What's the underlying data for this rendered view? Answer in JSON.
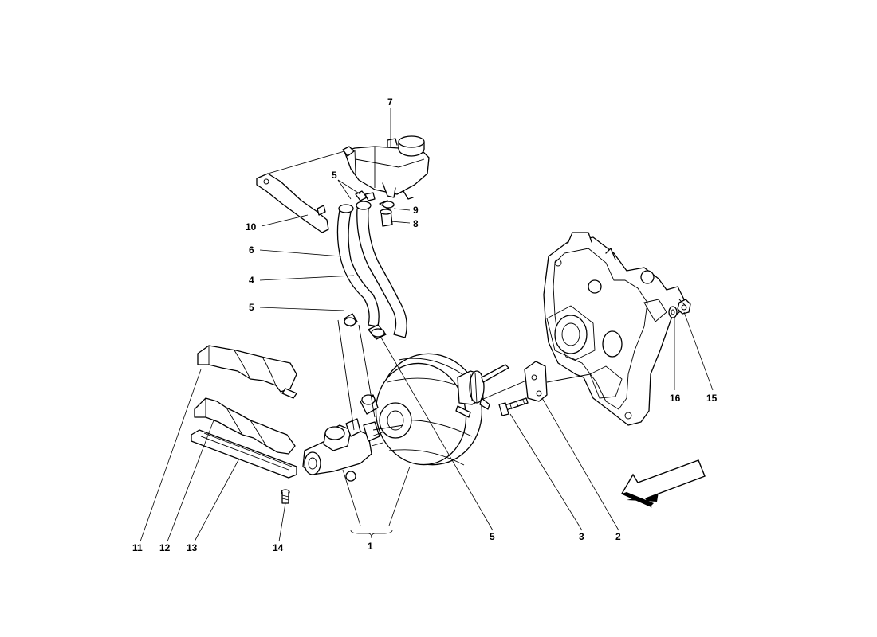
{
  "callouts": {
    "c7": "7",
    "c5a": "5",
    "c9": "9",
    "c8": "8",
    "c10": "10",
    "c6": "6",
    "c4": "4",
    "c5b": "5",
    "c16": "16",
    "c15": "15",
    "c11": "11",
    "c12": "12",
    "c13": "13",
    "c14": "14",
    "c1": "1",
    "c5c": "5",
    "c3": "3",
    "c2": "2"
  },
  "colors": {
    "line": "#000000",
    "background": "#ffffff"
  },
  "icons": {
    "direction": "direction-arrow-icon"
  }
}
